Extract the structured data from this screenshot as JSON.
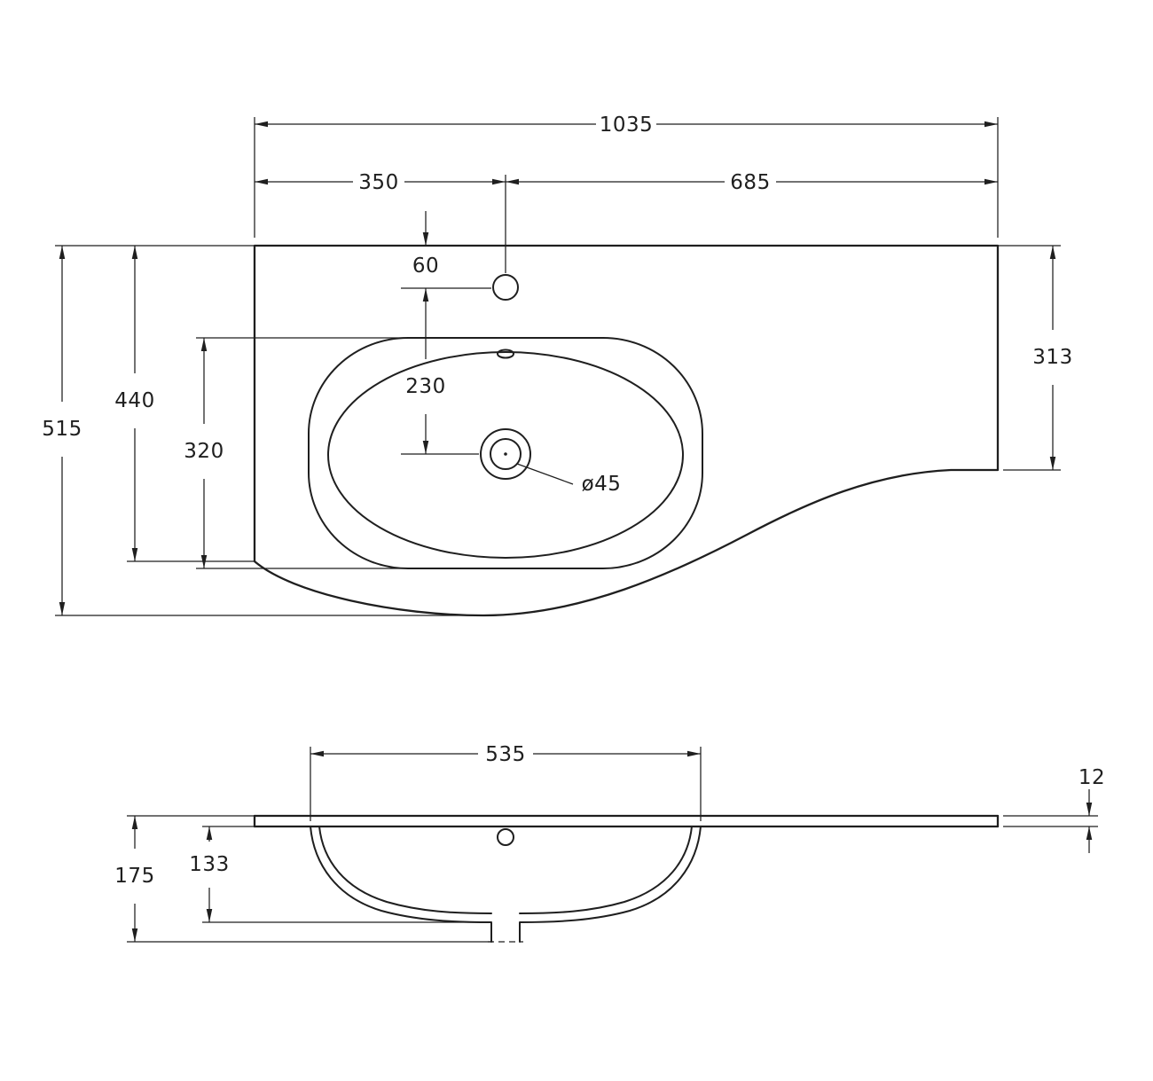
{
  "drawing": {
    "subject": "washbasin-countertop-dimensional-drawing",
    "ink_color": "#1f1f1f",
    "background_color": "#ffffff"
  },
  "top_view": {
    "labels": {
      "overall_width": "1035",
      "left_span": "350",
      "right_span": "685",
      "faucet_offset": "60",
      "right_depth": "313",
      "left_edge_depth": "440",
      "overall_depth": "515",
      "faucet_to_drain": "230",
      "basin_depth": "320",
      "drain_diameter": "ø45"
    }
  },
  "front_view": {
    "labels": {
      "basin_width": "535",
      "slab_thickness": "12",
      "overall_height": "175",
      "bowl_depth": "133"
    }
  }
}
